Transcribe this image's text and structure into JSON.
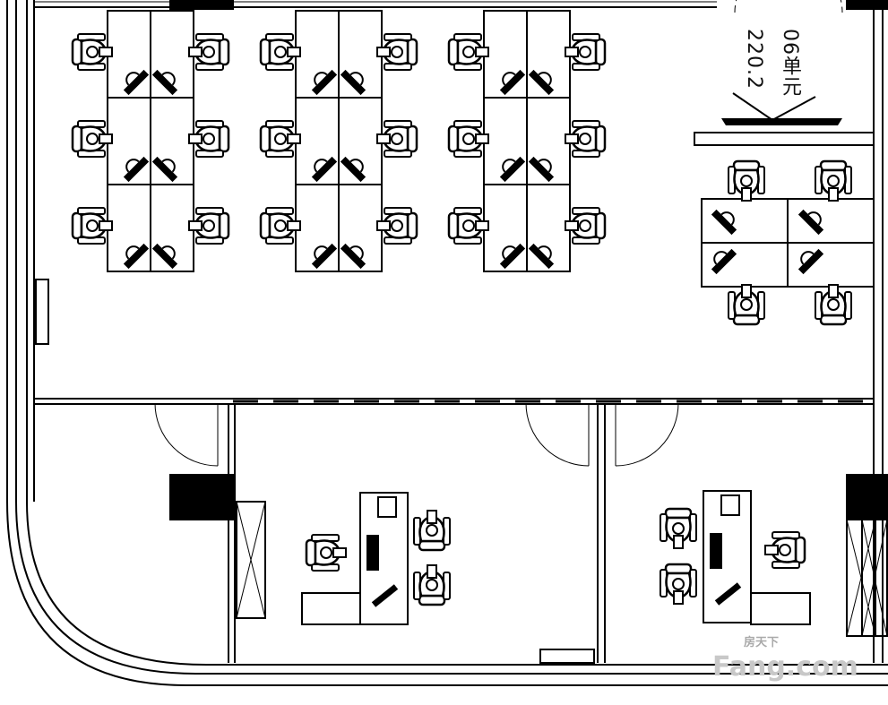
{
  "unit": {
    "name": "06单元",
    "area": "220.2"
  },
  "watermark": {
    "cn": "房天下",
    "en": "Fang.com"
  },
  "colors": {
    "line": "#000000",
    "background": "#ffffff"
  }
}
